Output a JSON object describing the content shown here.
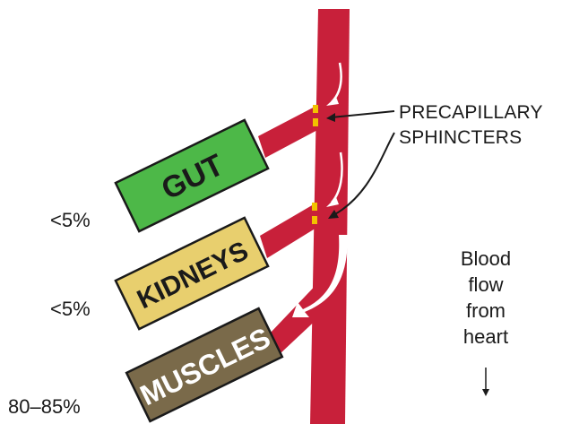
{
  "colors": {
    "vessel": "#c8203a",
    "vessel_edge": "#b31b33",
    "sphincter": "#f2c200",
    "gut_fill": "#4db848",
    "kidneys_fill": "#e8cf6e",
    "muscles_fill": "#7a6a4a",
    "outline": "#1a1a1a",
    "flow_arrow": "#ffffff"
  },
  "labels": {
    "precapillary_line1": "PRECAPILLARY",
    "precapillary_line2": "SPHINCTERS",
    "blood_flow_line1": "Blood",
    "blood_flow_line2": "flow",
    "blood_flow_line3": "from",
    "blood_flow_line4": "heart"
  },
  "organs": [
    {
      "name": "GUT",
      "percent": "<5%"
    },
    {
      "name": "KIDNEYS",
      "percent": "<5%"
    },
    {
      "name": "MUSCLES",
      "percent": "80–85%"
    }
  ]
}
